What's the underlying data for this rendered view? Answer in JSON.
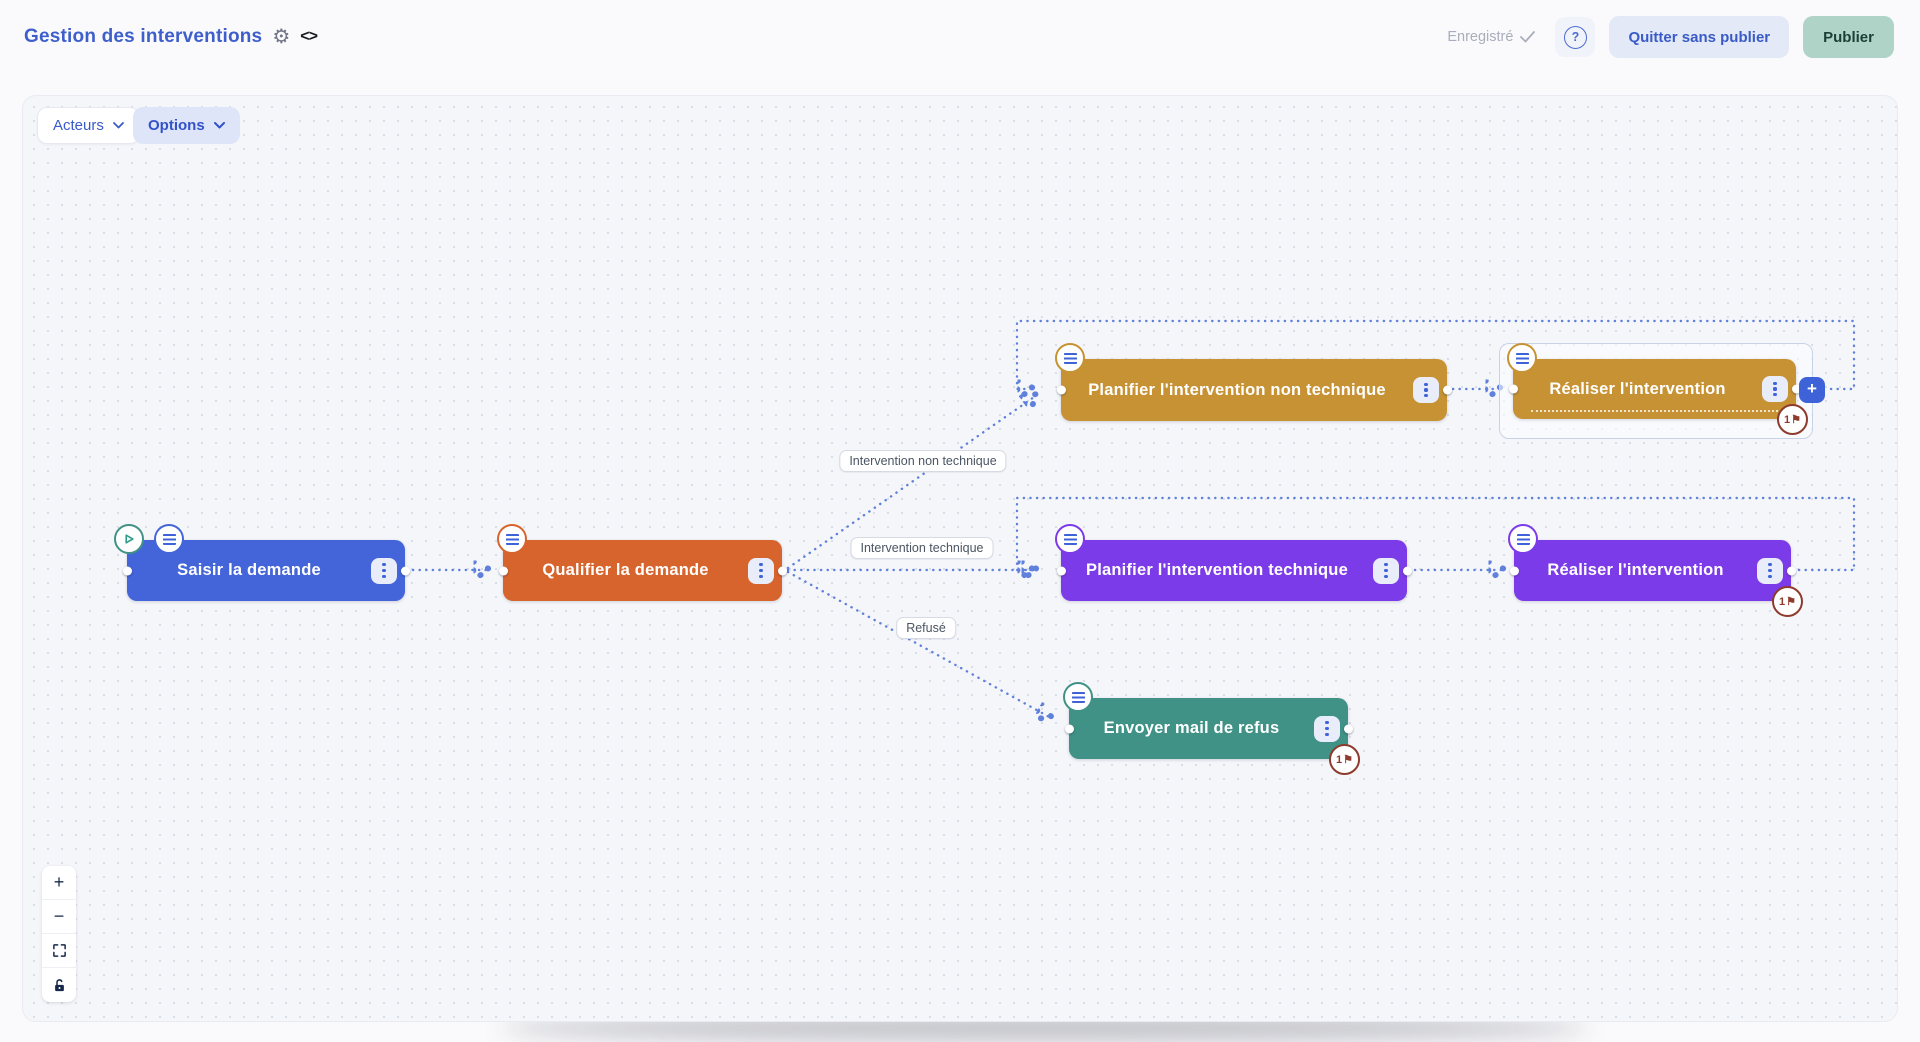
{
  "header": {
    "title": "Gestion des interventions",
    "status_label": "Enregistré",
    "help_label": "?",
    "quit_label": "Quitter sans publier",
    "publish_label": "Publier"
  },
  "toolbar": {
    "actors_label": "Acteurs",
    "options_label": "Options"
  },
  "nodes": [
    {
      "label": "Saisir la demande",
      "color": "#4365D9"
    },
    {
      "label": "Qualifier la demande",
      "color": "#D7642C"
    },
    {
      "label": "Planifier l'intervention non technique",
      "color": "#C79233"
    },
    {
      "label": "Réaliser l'intervention",
      "color": "#C79233",
      "flags": "1"
    },
    {
      "label": "Planifier l'intervention technique",
      "color": "#7C3BE8"
    },
    {
      "label": "Réaliser l'intervention",
      "color": "#7C3BE8",
      "flags": "1"
    },
    {
      "label": "Envoyer mail de refus",
      "color": "#3F9285",
      "flags": "1"
    }
  ],
  "edge_labels": [
    {
      "label": "Intervention non technique"
    },
    {
      "label": "Intervention technique"
    },
    {
      "label": "Refusé"
    }
  ],
  "zoom_controls": {
    "zoom_in": "+",
    "zoom_out": "−"
  },
  "colors": {
    "edge": "#5F80DB",
    "accent_blue": "#3A5BC7",
    "publish_bg": "#AFD3C7",
    "publish_text": "#1C3F35",
    "flag": "#8E3B2D"
  }
}
